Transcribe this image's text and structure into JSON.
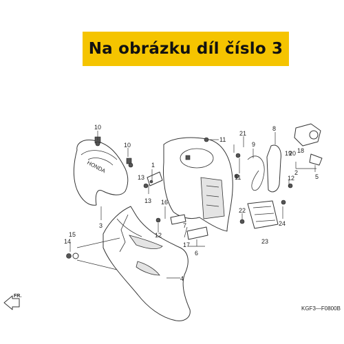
{
  "banner": {
    "text": "Na obrázku díl číslo 3",
    "color": "#f5c400"
  },
  "diagram": {
    "callouts": [
      "1",
      "2",
      "3",
      "4",
      "5",
      "6",
      "7",
      "8",
      "9",
      "10",
      "10",
      "11",
      "11",
      "12",
      "12",
      "13",
      "13",
      "14",
      "15",
      "16",
      "17",
      "18",
      "19",
      "20",
      "21",
      "22",
      "23",
      "24"
    ],
    "direction_label": "FR.",
    "part_code": "KGF3—F0800B"
  }
}
